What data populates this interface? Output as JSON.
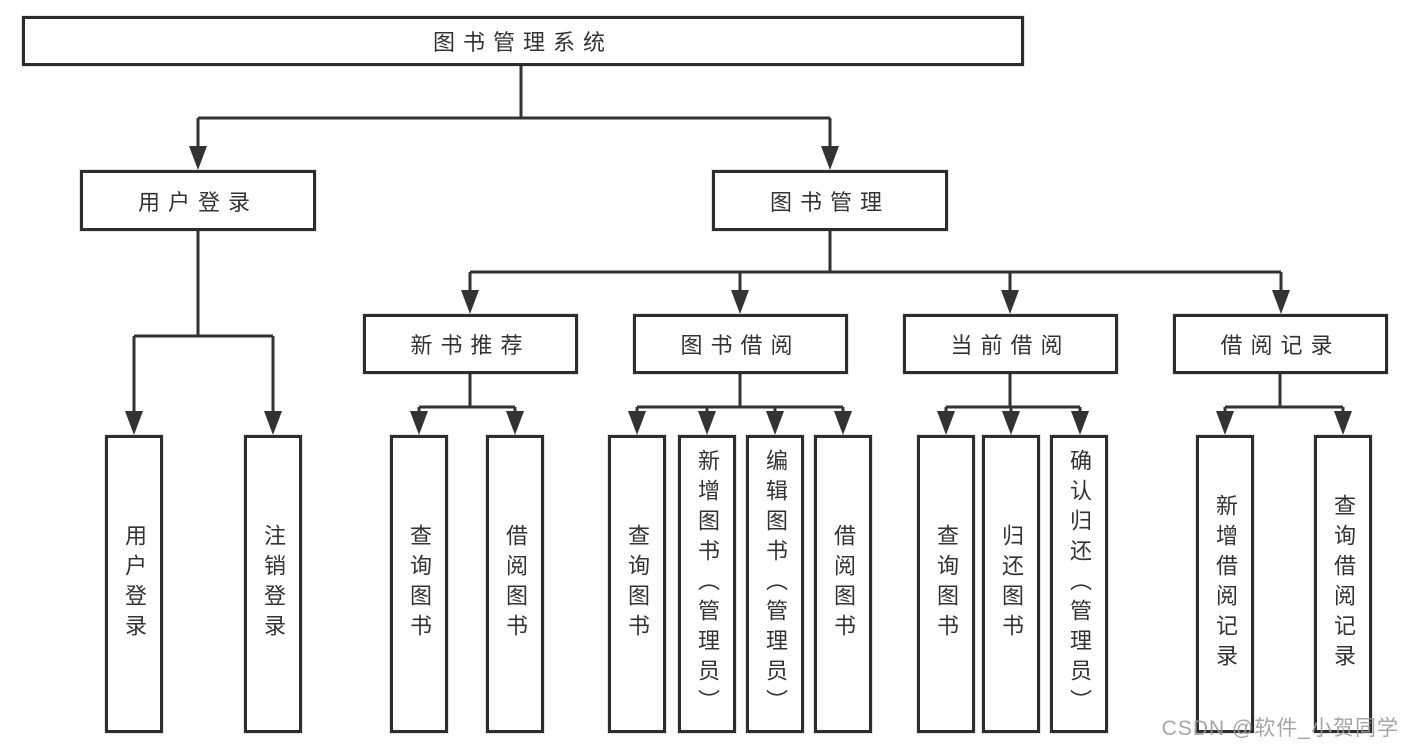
{
  "root": {
    "label": "图书管理系统"
  },
  "level2": [
    {
      "label": "用户登录"
    },
    {
      "label": "图书管理"
    }
  ],
  "level3": [
    {
      "label": "新书推荐"
    },
    {
      "label": "图书借阅"
    },
    {
      "label": "当前借阅"
    },
    {
      "label": "借阅记录"
    }
  ],
  "leaves": {
    "user_login": "用户登录",
    "logout": "注销登录",
    "rec_query_book": "查询图书",
    "rec_borrow_book": "借阅图书",
    "bor_query_book": "查询图书",
    "bor_add_book": "新增图书（管理员）",
    "bor_edit_book": "编辑图书（管理员）",
    "bor_borrow_book": "借阅图书",
    "cur_query_book": "查询图书",
    "cur_return_book": "归还图书",
    "cur_confirm_return": "确认归还（管理员）",
    "rcd_add_record": "新增借阅记录",
    "rcd_query_record": "查询借阅记录"
  },
  "watermark": "CSDN @软件_小贺同学"
}
